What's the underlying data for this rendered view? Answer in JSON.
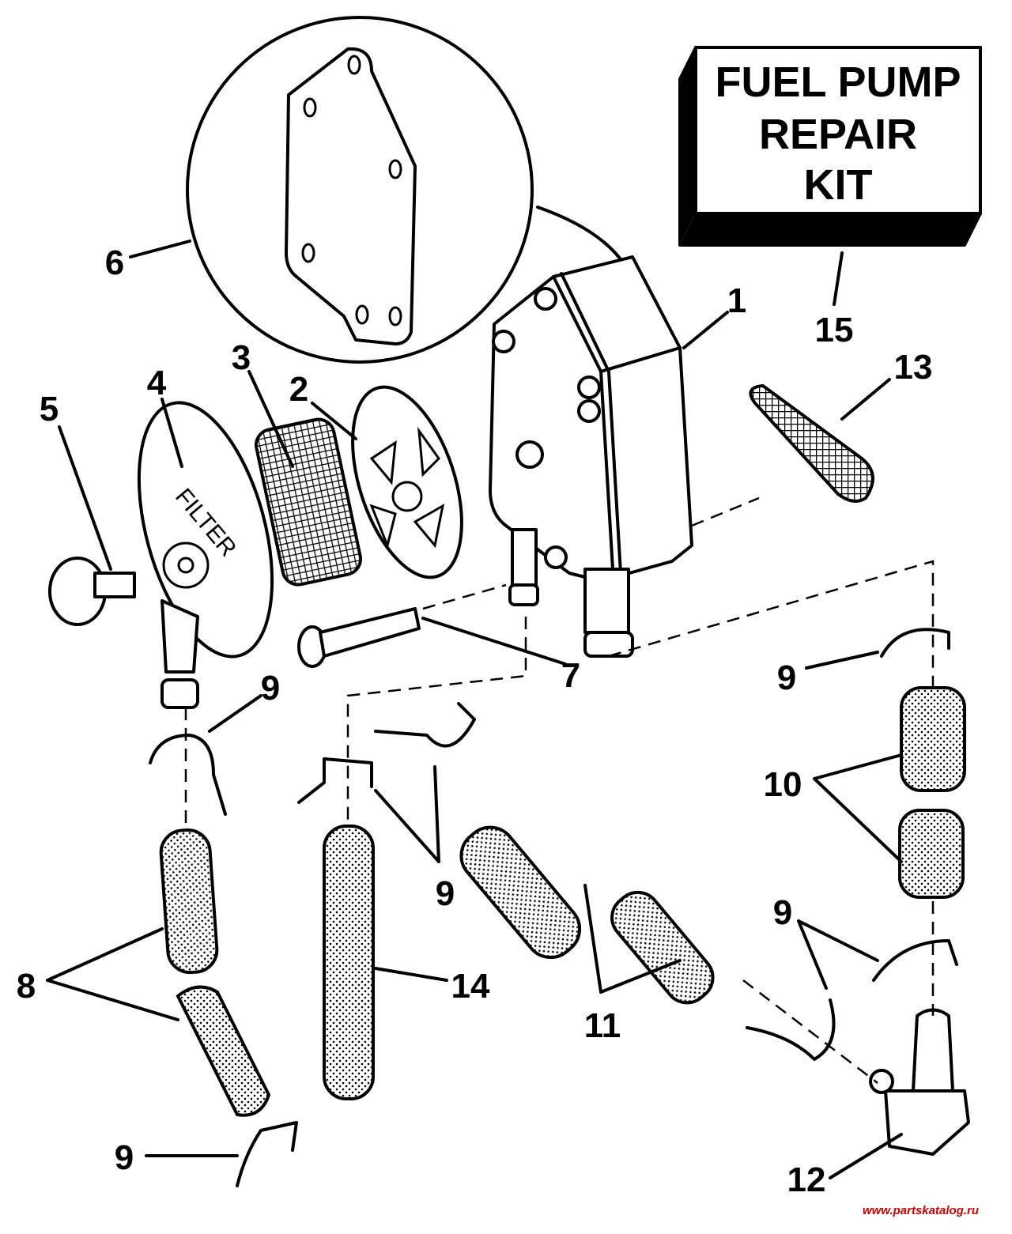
{
  "diagram": {
    "kit_box": {
      "lines": [
        "FUEL PUMP",
        "REPAIR",
        "KIT"
      ]
    },
    "callouts": {
      "c1": "1",
      "c2": "2",
      "c3": "3",
      "c4": "4",
      "c5": "5",
      "c6": "6",
      "c7": "7",
      "c8": "8",
      "c9a": "9",
      "c9b": "9",
      "c9c": "9",
      "c9d": "9",
      "c9e": "9",
      "c10": "10",
      "c11": "11",
      "c12": "12",
      "c13": "13",
      "c14": "14",
      "c15": "15"
    },
    "filter_cover_text": "FILTER",
    "watermark": "www.partskatalog.ru",
    "colors": {
      "line": "#000000",
      "background": "#ffffff",
      "watermark": "#cc0000"
    }
  }
}
